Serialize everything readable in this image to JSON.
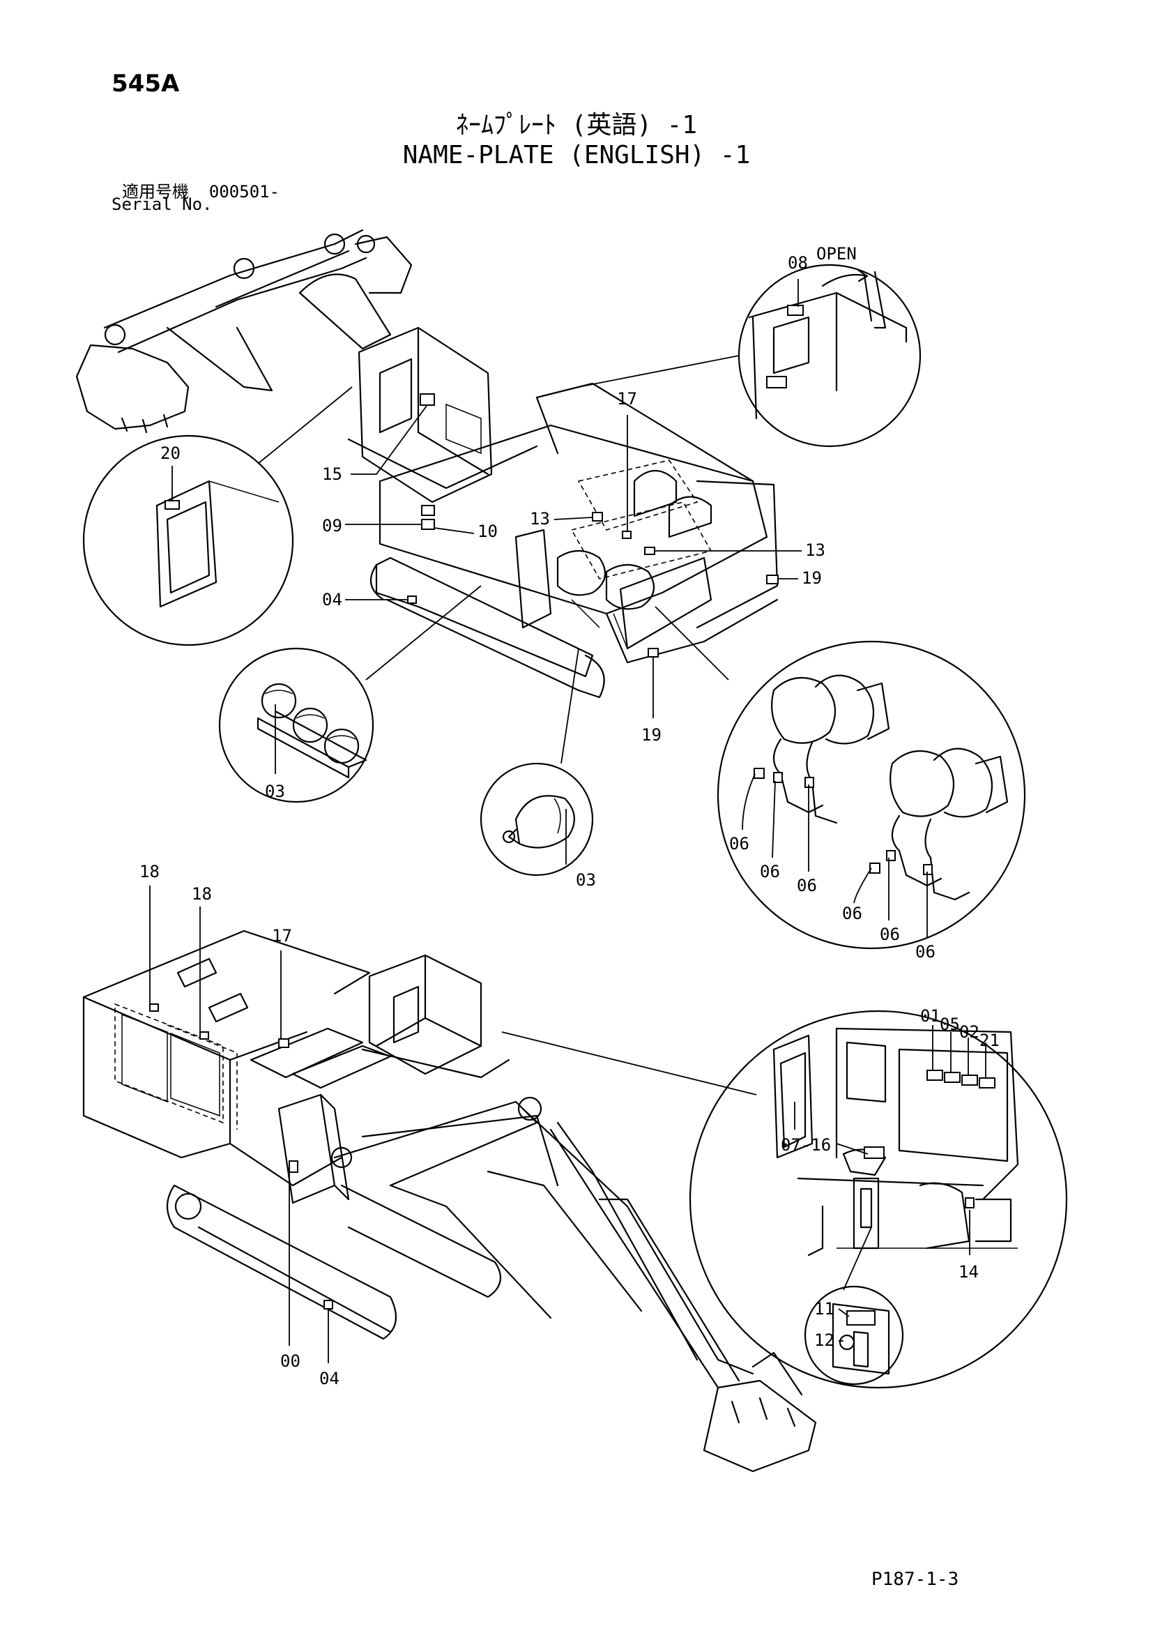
{
  "header": {
    "section_code": "545A",
    "title_jp": "ﾈｰﾑﾌﾟﾚｰﾄ (英語) -1",
    "title_en": "NAME-PLATE (ENGLISH) -1",
    "serial_label_jp": "適用号機",
    "serial_value": "000501-",
    "serial_label_en": "Serial No."
  },
  "footer": {
    "page_ref": "P187-1-3"
  },
  "callouts": {
    "open_label": "OPEN",
    "c08": "08",
    "c17a": "17",
    "c20": "20",
    "c15": "15",
    "c09": "09",
    "c10": "10",
    "c13a": "13",
    "c13b": "13",
    "c19a": "19",
    "c04a": "04",
    "c19b": "19",
    "c03a": "03",
    "c03b": "03",
    "c06a": "06",
    "c06b": "06",
    "c06c": "06",
    "c06d": "06",
    "c06e": "06",
    "c06f": "06",
    "c18a": "18",
    "c18b": "18",
    "c17b": "17",
    "c01": "01",
    "c05": "05",
    "c02": "02",
    "c21": "21",
    "c07_16": "07-16",
    "c14": "14",
    "c11": "11",
    "c12": "12",
    "c00": "00",
    "c04b": "04"
  }
}
